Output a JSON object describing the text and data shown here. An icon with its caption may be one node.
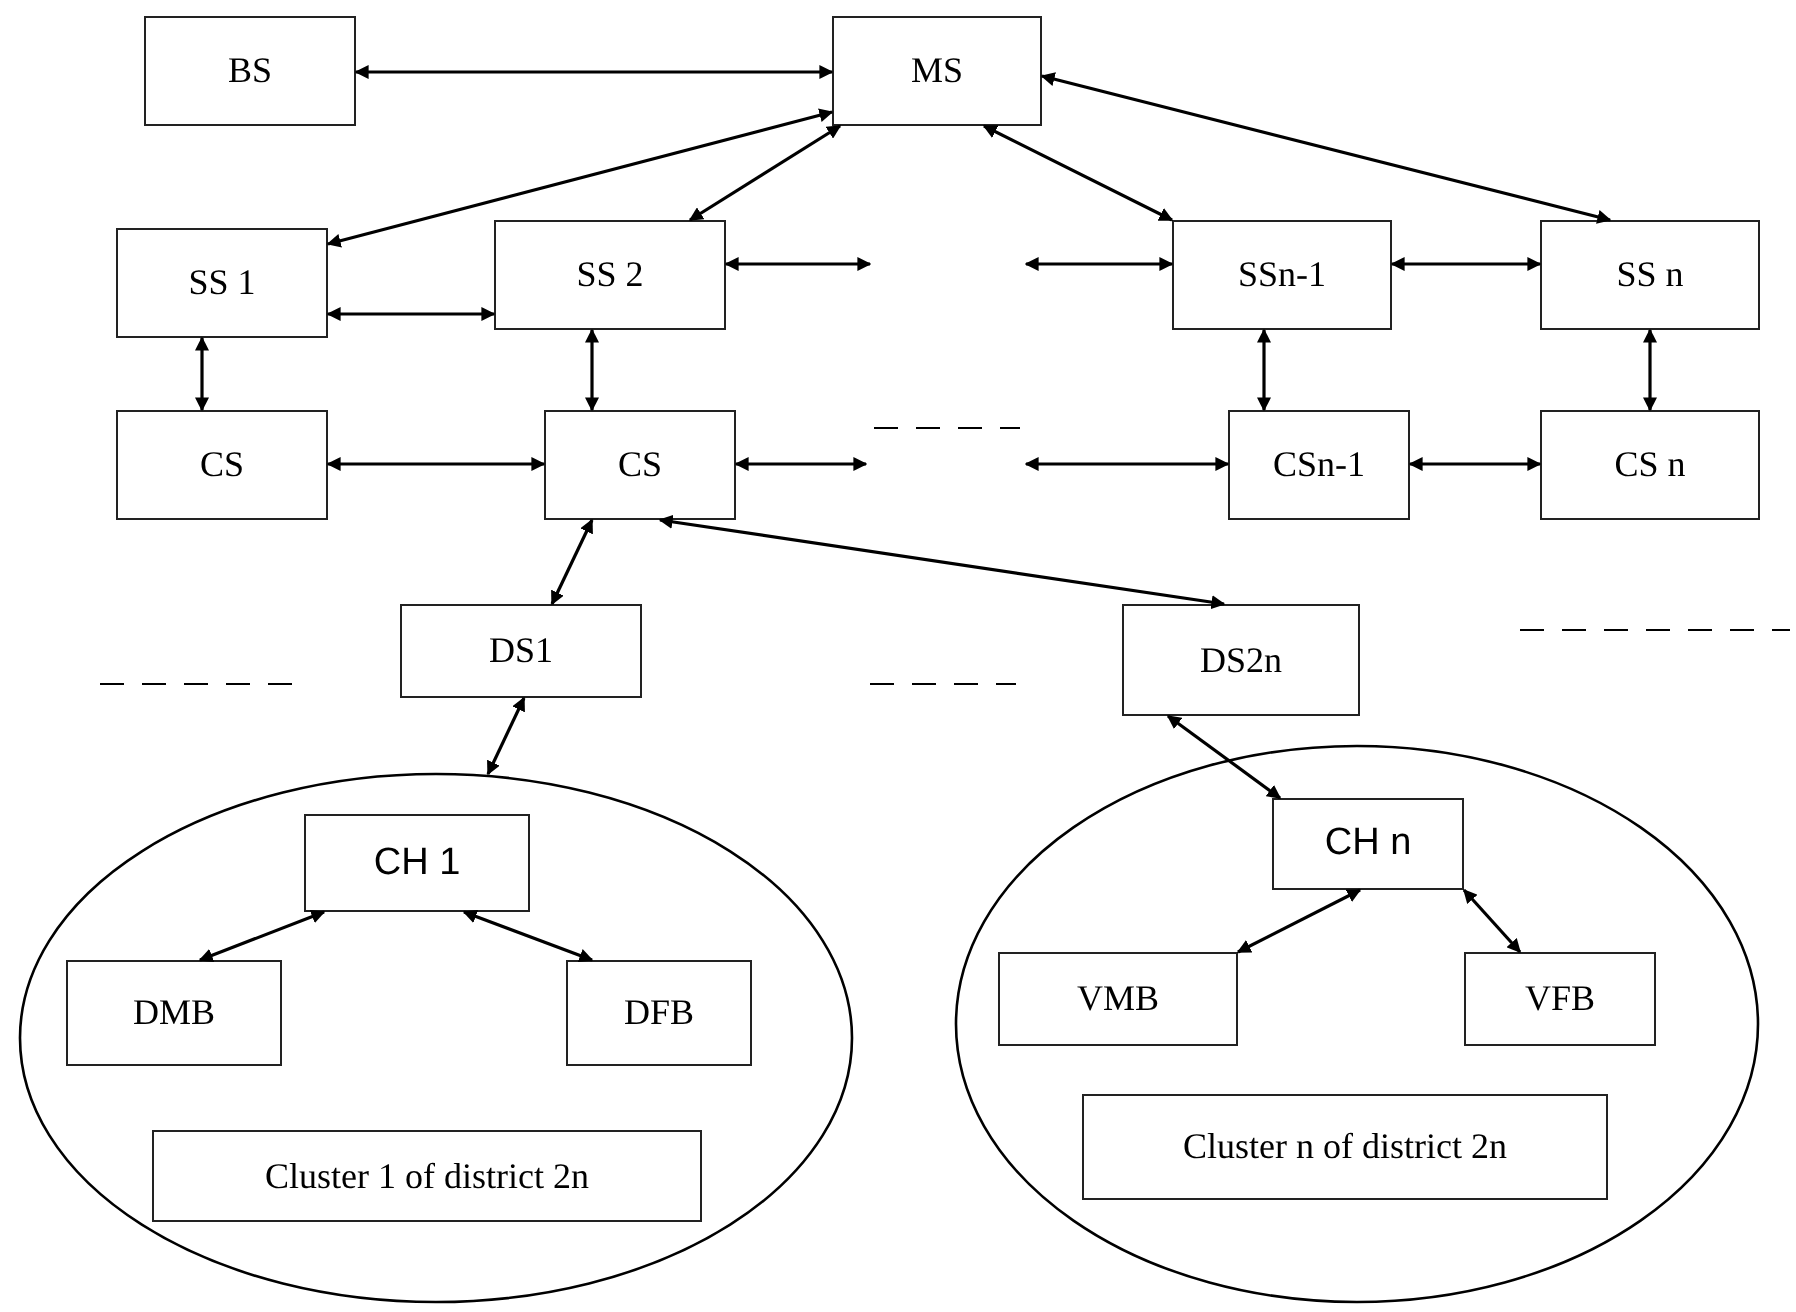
{
  "diagram": {
    "nodes": [
      {
        "text": [
          "BS"
        ]
      },
      {
        "text": [
          "MS"
        ]
      },
      {
        "text": [
          "SS 1"
        ]
      },
      {
        "text": [
          "SS 2"
        ]
      },
      {
        "text": [
          "SSn-1"
        ]
      },
      {
        "text": [
          "SS n"
        ]
      },
      {
        "text": [
          "CS"
        ]
      },
      {
        "text": [
          "CS"
        ]
      },
      {
        "text": [
          "CSn-1"
        ]
      },
      {
        "text": [
          "CS n"
        ]
      },
      {
        "text": [
          "DS1"
        ]
      },
      {
        "text": [
          "DS2n"
        ]
      },
      {
        "text": [],
        "shape": "ellipse"
      },
      {
        "text": [
          "CH 1"
        ],
        "in": 12
      },
      {
        "text": [
          "DMB"
        ],
        "in": 12
      },
      {
        "text": [
          "DFB"
        ],
        "in": 12
      },
      {
        "text": [
          "Cluster 1 of district 2n"
        ],
        "in": 12
      },
      {
        "text": [],
        "shape": "ellipse"
      },
      {
        "text": [
          "CH n"
        ],
        "in": 17
      },
      {
        "text": [
          "VMB"
        ],
        "in": 17
      },
      {
        "text": [
          "VFB"
        ],
        "in": 17
      },
      {
        "text": [
          "Cluster n of district 2n"
        ],
        "in": 17
      }
    ],
    "edges": [
      {
        "from": 0,
        "to": 1,
        "arrow": "both"
      },
      {
        "from": 1,
        "to": 2,
        "arrow": "both"
      },
      {
        "from": 1,
        "to": 3,
        "arrow": "both"
      },
      {
        "from": 1,
        "to": 4,
        "arrow": "both"
      },
      {
        "from": 1,
        "to": 5,
        "arrow": "both"
      },
      {
        "from": 2,
        "to": 3,
        "arrow": "both"
      },
      {
        "from": 2,
        "to": 6,
        "arrow": "both"
      },
      {
        "from": 3,
        "to": 7,
        "arrow": "both"
      },
      {
        "from": 3,
        "to": null,
        "arrow": "both"
      },
      {
        "from": null,
        "to": 4,
        "arrow": "both"
      },
      {
        "from": 4,
        "to": 5,
        "arrow": "both"
      },
      {
        "from": 4,
        "to": 8,
        "arrow": "both"
      },
      {
        "from": 5,
        "to": 9,
        "arrow": "both"
      },
      {
        "from": 6,
        "to": 7,
        "arrow": "both"
      },
      {
        "from": 7,
        "to": null,
        "arrow": "both"
      },
      {
        "from": null,
        "to": 8,
        "arrow": "both"
      },
      {
        "from": 8,
        "to": 9,
        "arrow": "both"
      },
      {
        "from": 7,
        "to": 10,
        "arrow": "both"
      },
      {
        "from": 7,
        "to": 11,
        "arrow": "both"
      },
      {
        "from": 10,
        "to": 12,
        "arrow": "both"
      },
      {
        "from": 11,
        "to": 18,
        "arrow": "both"
      },
      {
        "from": 13,
        "to": 14,
        "arrow": "both"
      },
      {
        "from": 13,
        "to": 15,
        "arrow": "both"
      },
      {
        "from": 18,
        "to": 19,
        "arrow": "both"
      },
      {
        "from": 18,
        "to": 20,
        "arrow": "both"
      }
    ]
  }
}
